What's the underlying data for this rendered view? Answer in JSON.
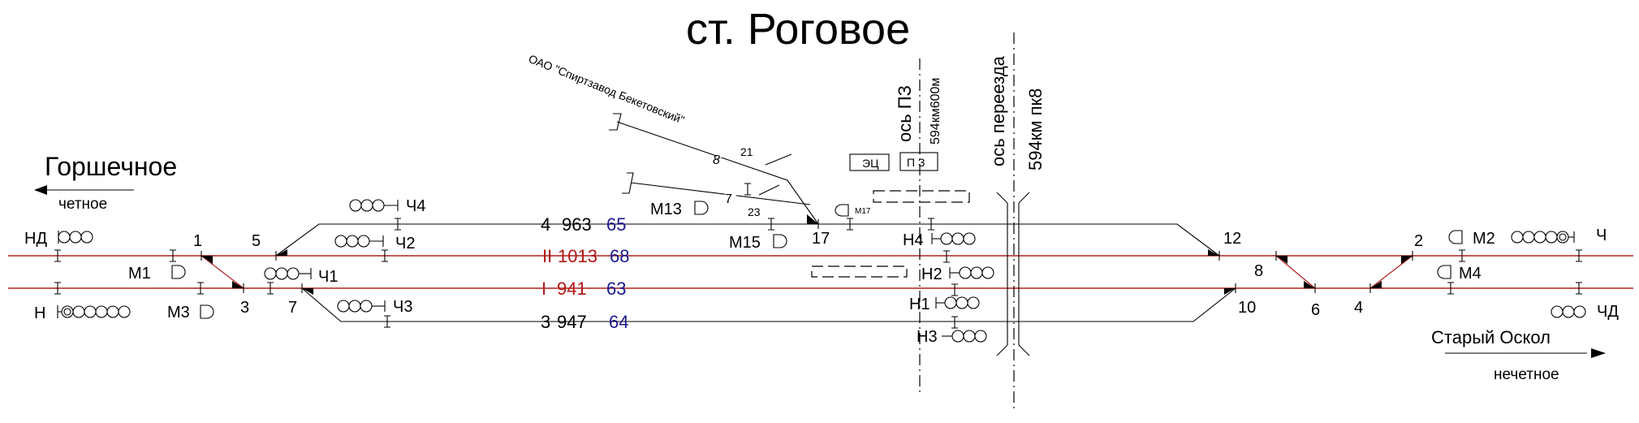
{
  "title": "ст. Роговое",
  "directions": {
    "left": {
      "station": "Горшечное",
      "parity": "четное"
    },
    "right": {
      "station": "Старый Оскол",
      "parity": "нечетное"
    }
  },
  "siding": {
    "owner": "ОАО \"Спиртзавод Бекетовский\"",
    "track_labels": [
      "8",
      "7"
    ],
    "switches": [
      "21",
      "23"
    ]
  },
  "axes": {
    "pz": {
      "label": "ось ПЗ",
      "km": "594км600м"
    },
    "crossing": {
      "label": "ось переезда",
      "km": "594км пк8"
    }
  },
  "buildings": [
    "ЭЦ",
    "П З"
  ],
  "tracks": [
    {
      "number": "4",
      "length": "963",
      "capacity": "65",
      "main": false
    },
    {
      "number": "II",
      "length": "1013",
      "capacity": "68",
      "main": true
    },
    {
      "number": "I",
      "length": "941",
      "capacity": "63",
      "main": true
    },
    {
      "number": "3",
      "length": "947",
      "capacity": "64",
      "main": false
    }
  ],
  "switches": [
    "1",
    "3",
    "5",
    "7",
    "17",
    "12",
    "10",
    "8",
    "6",
    "4",
    "2"
  ],
  "signals": {
    "entry": [
      "НД",
      "Н",
      "Ч",
      "ЧД"
    ],
    "exit_even": [
      "Ч4",
      "Ч2",
      "Ч1",
      "Ч3"
    ],
    "exit_odd": [
      "Н4",
      "Н2",
      "Н1",
      "Н3"
    ],
    "shunting": [
      "М1",
      "М3",
      "М13",
      "М15",
      "М17",
      "М2",
      "М4"
    ]
  },
  "colors": {
    "main_track": "#b02020",
    "capacity": "#1a1a8c",
    "track_text_main": "#b01818"
  }
}
